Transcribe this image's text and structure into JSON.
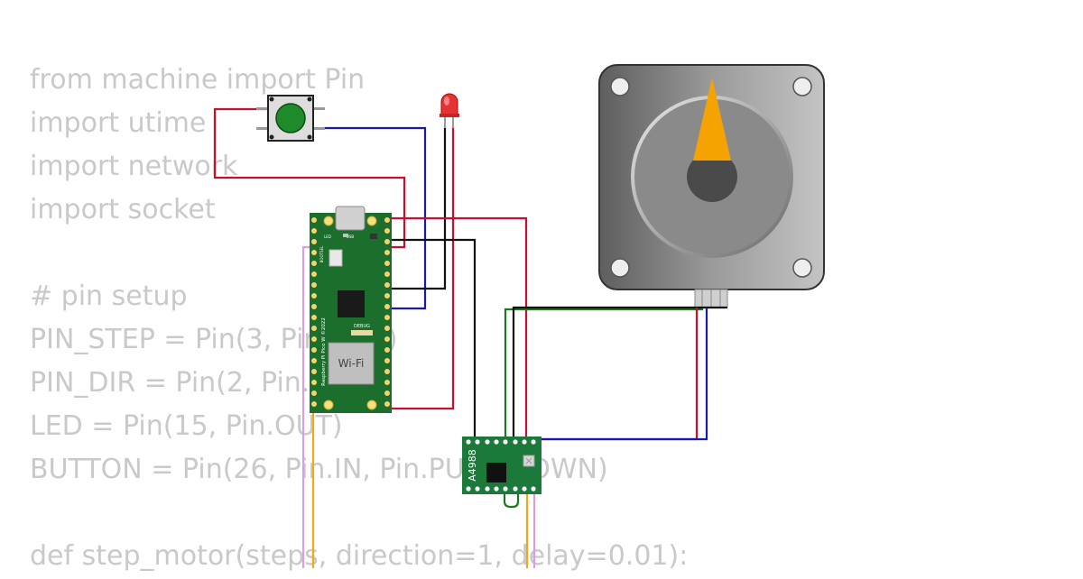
{
  "code_lines": [
    "from machine import Pin",
    "import utime",
    "import network",
    "import socket",
    "",
    "# pin setup",
    "PIN_STEP = Pin(3, Pin.OUT)",
    "PIN_DIR = Pin(2, Pin.OUT)",
    "LED = Pin(15, Pin.OUT)",
    "BUTTON = Pin(26, Pin.IN, Pin.PULL_DOWN)",
    "",
    "def step_motor(steps, direction=1, delay=0.01):"
  ],
  "pico": {
    "wifi_label": "Wi-Fi",
    "led_label": "LED",
    "usb_label": "USB",
    "bootsel_label": "BOOTSEL",
    "debug_label": "DEBUG",
    "silkscreen": "Raspberry Pi Pico W ©2022"
  },
  "driver": {
    "label": "A4988"
  },
  "colors": {
    "wire_red": "#c8102e",
    "wire_blue": "#1a1aaa",
    "wire_black": "#111111",
    "wire_green": "#1a7a1a",
    "wire_violet": "#d9a0e0",
    "wire_orange": "#f0a818",
    "pcb_green": "#1b6e2b",
    "motor_pointer": "#f4a300",
    "button_cap": "#1e8a2a",
    "led_red": "#e53333"
  }
}
